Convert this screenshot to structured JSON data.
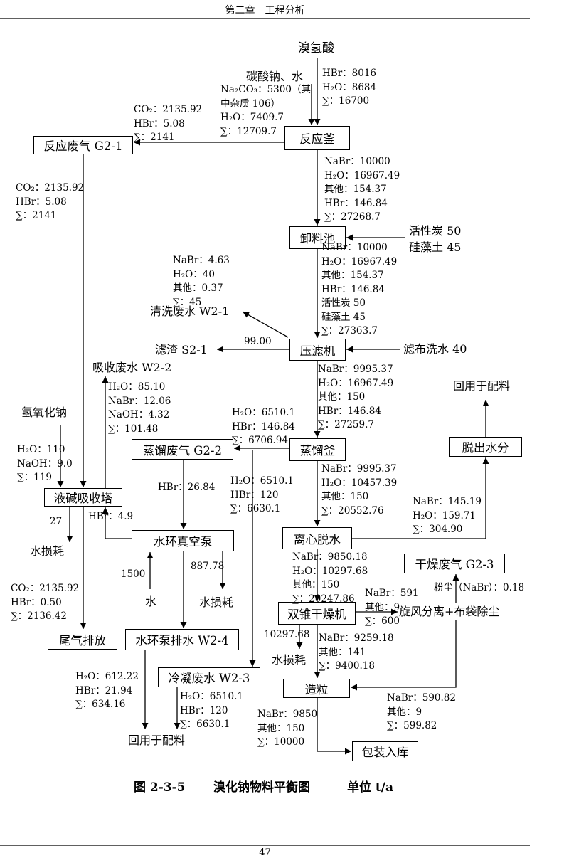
{
  "header": {
    "chapter": "第二章　工程分析"
  },
  "footer": {
    "page_number": "47"
  },
  "caption": {
    "figure_no": "图 2-3-5",
    "title": "溴化钠物料平衡图",
    "unit": "单位 t/a"
  },
  "nodes": {
    "reaction_gas": "反应废气 G2-1",
    "reactor": "反应釜",
    "discharge_tank": "卸料池",
    "filter_press": "压滤机",
    "distillation_gas": "蒸馏废气 G2-2",
    "distillation_kettle": "蒸馏釜",
    "dewater": "脱出水分",
    "caustic_tower": "液碱吸收塔",
    "vacuum_pump": "水环真空泵",
    "centrifuge": "离心脱水",
    "drying_gas": "干燥废气 G2-3",
    "dryer": "双锥干燥机",
    "tail_gas": "尾气排放",
    "pump_drain": "水环泵排水 W2-4",
    "condensate": "冷凝废水 W2-3",
    "granulation": "造粒",
    "packaging": "包装入库"
  },
  "labels": {
    "hydrobromic_acid": "溴氢酸",
    "soda_water": "碳酸钠、水",
    "activated_carbon": "活性炭 50",
    "diatomite": "硅藻土 45",
    "wash_water": "清洗废水 W2-1",
    "residue": "滤渣 S2-1",
    "cloth_wash": "滤布洗水 40",
    "absorb_water": "吸收废水 W2-2",
    "reuse_top": "回用于配料",
    "naoh": "氢氧化钠",
    "water_loss_tower": "水损耗",
    "water_in": "水",
    "water_loss_pump": "水损耗",
    "cyclone": "旋风分离+布袋除尘",
    "water_loss_dryer": "水损耗",
    "reuse_bottom": "回用于配料"
  },
  "flows": {
    "residue": "99.00",
    "g22_hbr": "HBr：26.84",
    "tower_hbr": "HBr：4.9",
    "tower_loss": "27",
    "pump_water_in": "1500",
    "pump_loss": "887.78",
    "dust": "粉尘（NaBr）：0.18",
    "dryer_loss": "10297.68"
  },
  "streams": {
    "hbr_feed": [
      "HBr：8016",
      "H₂O：8684",
      "∑：16700"
    ],
    "soda_feed": [
      "Na₂CO₃：5300（其",
      "中杂质 106）",
      "H₂O：7409.7",
      "∑：12709.7"
    ],
    "g21_top": [
      "CO₂：2135.92",
      "HBr：5.08",
      "∑：2141"
    ],
    "g21_side": [
      "CO₂：2135.92",
      "HBr：5.08",
      "∑：2141"
    ],
    "reactor_out": [
      "NaBr：10000",
      "H₂O：16967.49",
      "其他：154.37",
      "HBr：146.84",
      "∑：27268.7"
    ],
    "tank_out": [
      "NaBr：10000",
      "H₂O：16967.49",
      "其他：154.37",
      "HBr：146.84",
      "活性炭 50",
      "硅藻土 45",
      "∑：27363.7"
    ],
    "w21": [
      "NaBr：4.63",
      "H₂O：40",
      "其他：0.37",
      "∑：45"
    ],
    "press_out": [
      "NaBr：9995.37",
      "H₂O：16967.49",
      "其他：150",
      "HBr：146.84",
      "∑：27259.7"
    ],
    "w22": [
      "H₂O：85.10",
      "NaBr：12.06",
      "NaOH：4.32",
      "∑：101.48"
    ],
    "naoh_feed": [
      "H₂O：110",
      "NaOH：9.0",
      "∑：119"
    ],
    "g22": [
      "H₂O：6510.1",
      "HBr：146.84",
      "∑：6706.94"
    ],
    "still_out": [
      "NaBr：9995.37",
      "H₂O：10457.39",
      "其他：150",
      "∑：20552.76"
    ],
    "condensate_out": [
      "H₂O：6510.1",
      "HBr：120",
      "∑：6630.1"
    ],
    "dewater_out": [
      "NaBr：145.19",
      "H₂O：159.71",
      "∑：304.90"
    ],
    "centrifuge_out": [
      "NaBr：9850.18",
      "H₂O：10297.68",
      "其他：150",
      "∑：20247.86"
    ],
    "tail_gas": [
      "CO₂：2135.92",
      "HBr：0.50",
      "∑：2136.42"
    ],
    "cyclone_out": [
      "NaBr：591",
      "其他：9",
      "∑：600"
    ],
    "dryer_out": [
      "NaBr：9259.18",
      "其他：141",
      "∑：9400.18"
    ],
    "w24": [
      "H₂O：612.22",
      "HBr：21.94",
      "∑：634.16"
    ],
    "recovered": [
      "NaBr：590.82",
      "其他：9",
      "∑：599.82"
    ],
    "w23": [
      "H₂O：6510.1",
      "HBr：120",
      "∑：6630.1"
    ],
    "product": [
      "NaBr：9850",
      "其他：150",
      "∑：10000"
    ]
  }
}
